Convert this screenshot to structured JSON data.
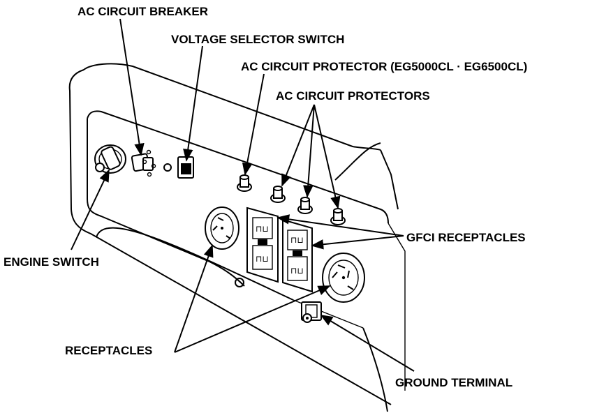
{
  "labels": {
    "ac_circuit_breaker": "AC CIRCUIT BREAKER",
    "voltage_selector_switch": "VOLTAGE SELECTOR SWITCH",
    "ac_circuit_protector": "AC CIRCUIT PROTECTOR (EG5000CL · EG6500CL)",
    "ac_circuit_protectors": "AC CIRCUIT PROTECTORS",
    "gfci_receptacles": "GFCI RECEPTACLES",
    "engine_switch": "ENGINE SWITCH",
    "receptacles": "RECEPTACLES",
    "ground_terminal": "GROUND TERMINAL"
  },
  "colors": {
    "ink": "#000000",
    "paper": "#ffffff"
  }
}
